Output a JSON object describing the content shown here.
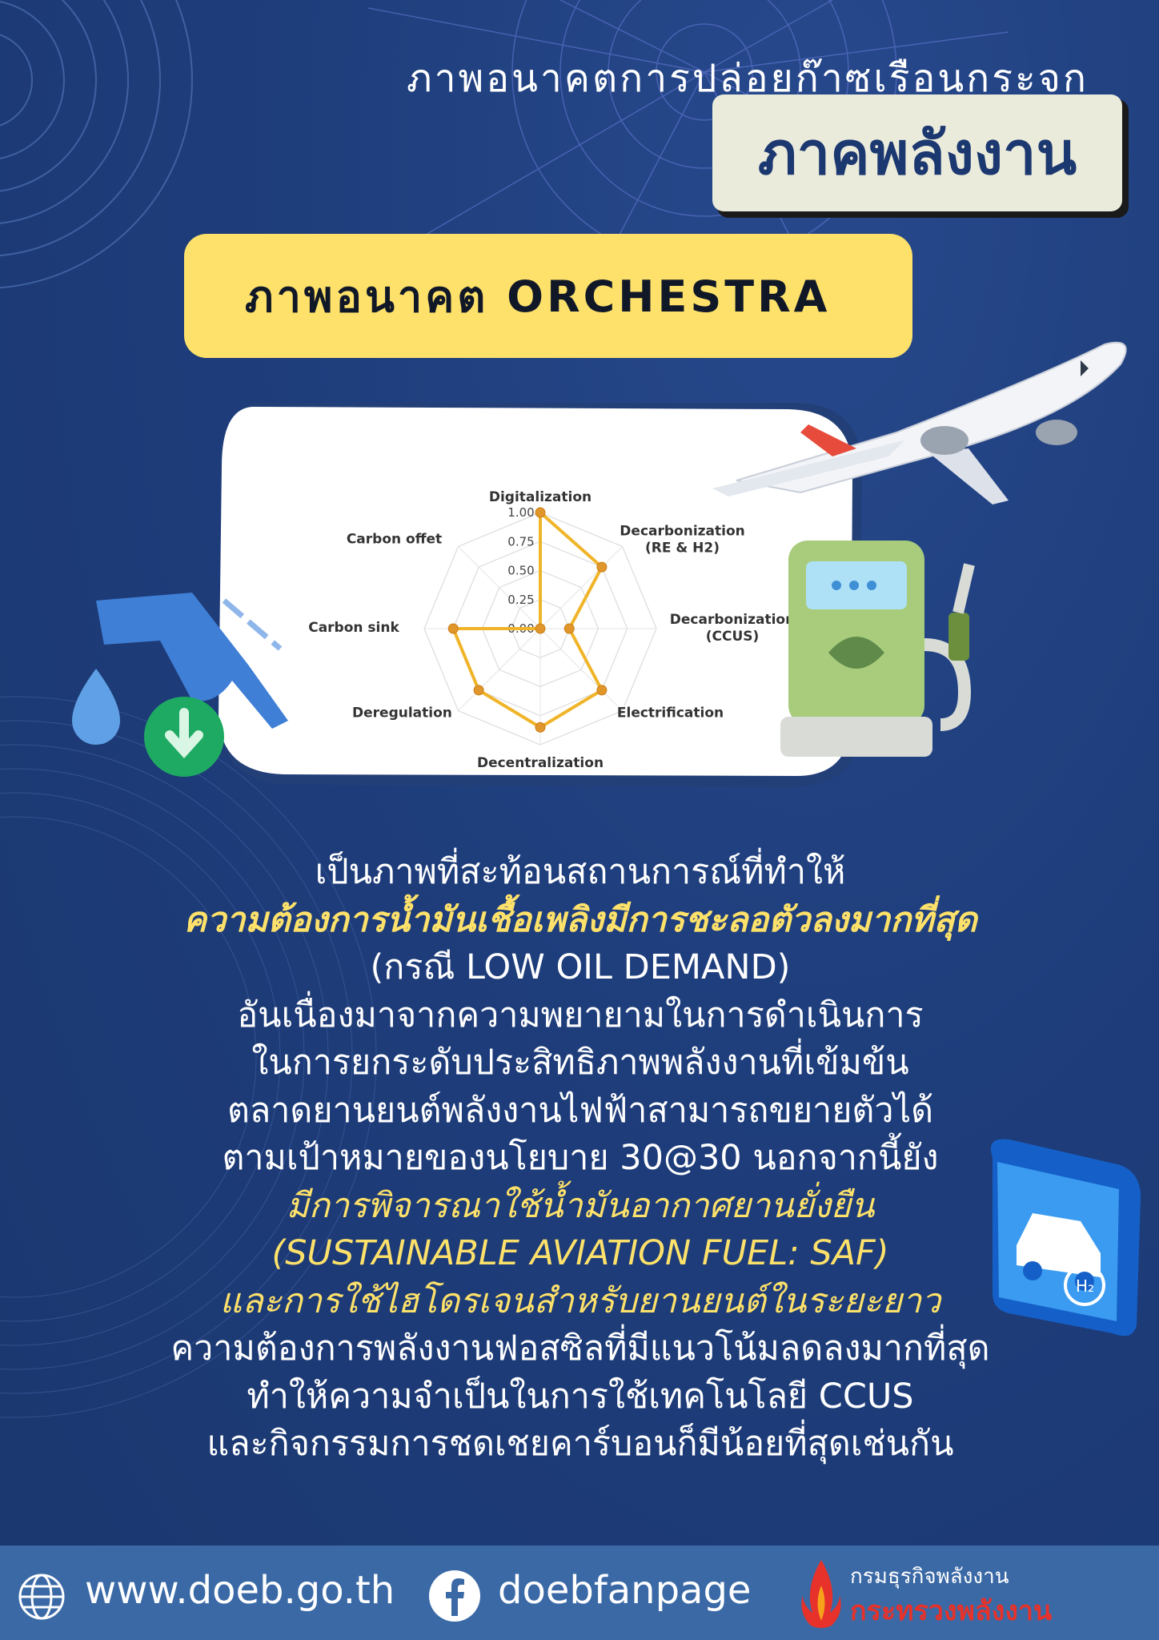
{
  "header": {
    "subtitle": "ภาพอนาคตการปล่อยก๊าซเรือนกระจก",
    "title": "ภาคพลังงาน"
  },
  "banner": {
    "label": "ภาพอนาคต  ORCHESTRA"
  },
  "colors": {
    "background": "#1f3e7a",
    "highlight_text": "#fde16a",
    "title_text": "#1c3870",
    "radar_line": "#f0b429",
    "footer": "#3a69a6",
    "ministry_red": "#e6322a"
  },
  "chart_data": {
    "type": "radar",
    "categories": [
      "Digitalization",
      "Decarbonization\n(RE & H2)",
      "Decarbonization\n(CCUS)",
      "Electrification",
      "Decentralization",
      "Deregulation",
      "Carbon sink",
      "Carbon offet"
    ],
    "values": [
      1.0,
      0.75,
      0.25,
      0.75,
      0.85,
      0.75,
      0.75,
      0.0
    ],
    "rlim": [
      0,
      1
    ],
    "ticks": [
      "0.00",
      "0.25",
      "0.50",
      "0.75",
      "1.00"
    ],
    "grid": true
  },
  "paragraph": {
    "lines": [
      {
        "text": "เป็นภาพที่สะท้อนสถานการณ์ที่ทำให้",
        "style": "normal"
      },
      {
        "text": "ความต้องการน้ำมันเชื้อเพลิงมีการชะลอตัวลงมากที่สุด",
        "style": "highlight-bold"
      },
      {
        "text": "(กรณี LOW OIL DEMAND)",
        "style": "normal"
      },
      {
        "text": "อันเนื่องมาจากความพยายามในการดำเนินการ",
        "style": "normal"
      },
      {
        "text": "ในการยกระดับประสิทธิภาพพลังงานที่เข้มข้น",
        "style": "normal"
      },
      {
        "text": "ตลาดยานยนต์พลังงานไฟฟ้าสามารถขยายตัวได้",
        "style": "normal"
      },
      {
        "text": "ตามเป้าหมายของนโยบาย 30@30 นอกจากนี้ยัง",
        "style": "normal"
      },
      {
        "text": "มีการพิจารณาใช้น้ำมันอากาศยานยั่งยืน",
        "style": "highlight"
      },
      {
        "text": "(SUSTAINABLE AVIATION FUEL: SAF)",
        "style": "highlight"
      },
      {
        "text": "และการใช้ไฮโดรเจนสำหรับยานยนต์ในระยะยาว",
        "style": "highlight"
      },
      {
        "text": "ความต้องการพลังงานฟอสซิลที่มีแนวโน้มลดลงมากที่สุด",
        "style": "normal"
      },
      {
        "text": "ทำให้ความจำเป็นในการใช้เทคโนโลยี CCUS",
        "style": "normal"
      },
      {
        "text": "และกิจกรรมการชดเชยคาร์บอนก็มีน้อยที่สุดเช่นกัน",
        "style": "normal"
      }
    ]
  },
  "footer": {
    "website": "www.doeb.go.th",
    "facebook": "doebfanpage",
    "department": "กรมธุรกิจพลังงาน",
    "ministry": "กระทรวงพลังงาน"
  }
}
